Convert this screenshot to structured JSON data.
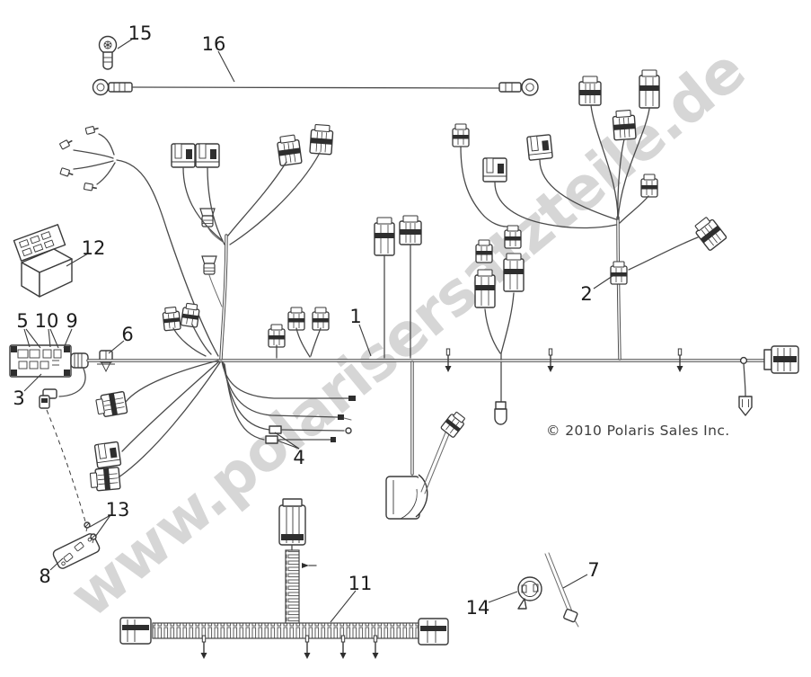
{
  "watermark": {
    "text": "www.polarisersatzteile.de",
    "color": "#d6d6d6"
  },
  "copyright": {
    "text": "© 2010 Polaris Sales Inc."
  },
  "callouts": {
    "c1": "1",
    "c2": "2",
    "c3": "3",
    "c4": "4",
    "c5": "5",
    "c6": "6",
    "c7": "7",
    "c8": "8",
    "c9": "9",
    "c10": "10",
    "c11": "11",
    "c12": "12",
    "c13": "13",
    "c14": "14",
    "c15": "15",
    "c16": "16"
  }
}
